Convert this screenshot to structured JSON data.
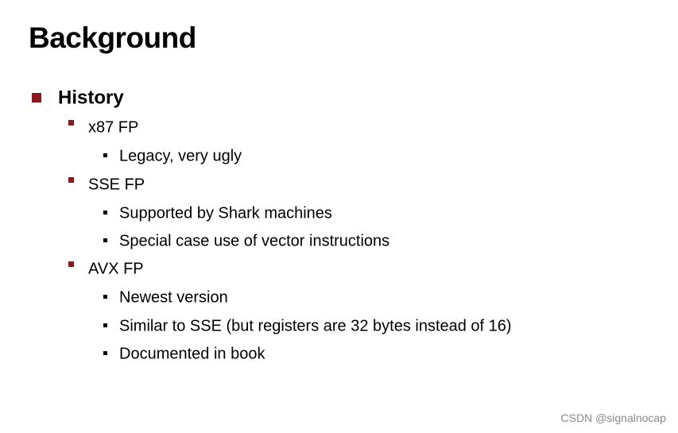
{
  "slide": {
    "title": "Background",
    "colors": {
      "bullet_level1": "#8b1a1a",
      "bullet_level2": "#8b1a1a",
      "bullet_level3": "#000000"
    },
    "items": [
      {
        "text": "History"
      },
      {
        "text": "x87 FP"
      },
      {
        "text": "Legacy, very ugly"
      },
      {
        "text": "SSE FP"
      },
      {
        "text": "Supported by Shark machines"
      },
      {
        "text": "Special case use of vector instructions"
      },
      {
        "text": "AVX FP"
      },
      {
        "text": "Newest version"
      },
      {
        "text": "Similar to SSE (but registers are 32 bytes instead of 16)"
      },
      {
        "text": "Documented in book"
      }
    ]
  },
  "watermark": "CSDN @signalnocap"
}
